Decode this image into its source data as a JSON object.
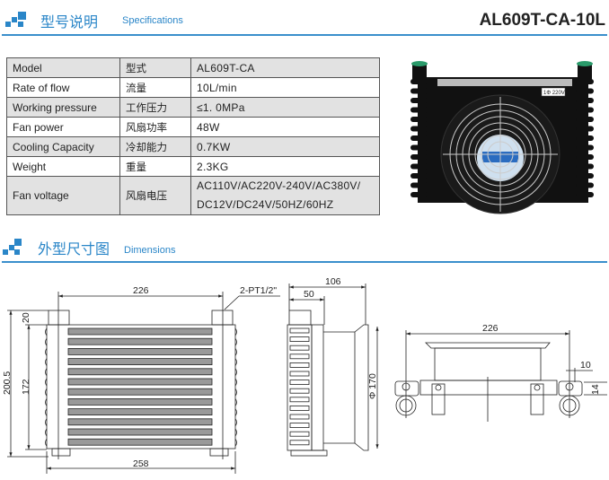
{
  "specifications": {
    "title_cn": "型号说明",
    "title_en": "Specifications",
    "model_code": "AL609T-CA-10L",
    "rows": [
      {
        "en": "Model",
        "cn": "型式",
        "value": "AL609T-CA"
      },
      {
        "en": "Rate of flow",
        "cn": "流量",
        "value": "10L/min"
      },
      {
        "en": "Working pressure",
        "cn": "工作压力",
        "value": "≤1. 0MPa"
      },
      {
        "en": "Fan power",
        "cn": "风扇功率",
        "value": "48W"
      },
      {
        "en": "Cooling Capacity",
        "cn": "冷却能力",
        "value": "0.7KW"
      },
      {
        "en": "Weight",
        "cn": "重量",
        "value": "2.3KG"
      },
      {
        "en": "Fan voltage",
        "cn": "风扇电压",
        "value": "AC110V/AC220V-240V/AC380V/",
        "value2": "DC12V/DC24V/50HZ/60HZ"
      }
    ],
    "photo_label": "1Φ 220V"
  },
  "dimensions": {
    "title_cn": "外型尺寸图",
    "title_en": "Dimensions",
    "front": {
      "width_ports": "226",
      "port": "2-PT1/2\"",
      "height_total": "200.5",
      "height_core": "172",
      "port_height": "20",
      "width_total": "258"
    },
    "side": {
      "depth_total": "106",
      "depth_core": "50",
      "fan_dia": "Φ 170"
    },
    "bottom": {
      "width_ports": "226",
      "hole_offset": "10",
      "hole_height": "14"
    }
  },
  "colors": {
    "accent": "#2a86c8"
  }
}
